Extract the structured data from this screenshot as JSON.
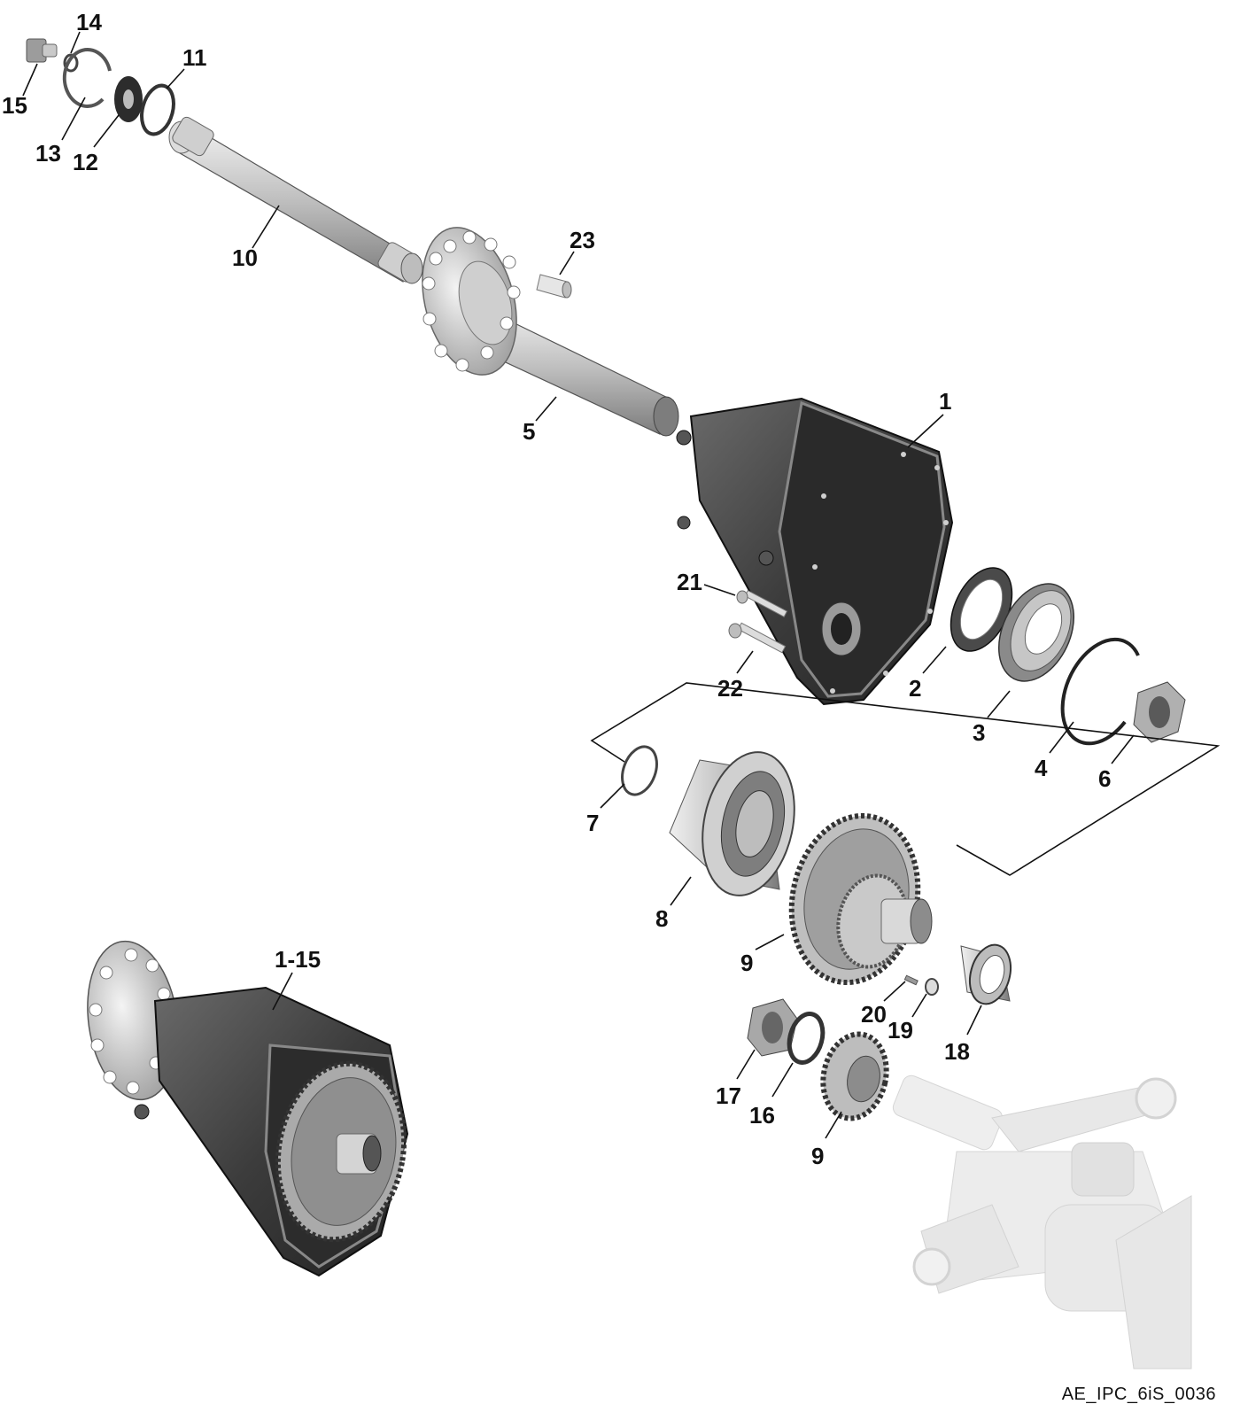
{
  "figure_code": "AE_IPC_6iS_0036",
  "callouts": {
    "c1": "1",
    "c2": "2",
    "c3": "3",
    "c4": "4",
    "c5": "5",
    "c6": "6",
    "c7": "7",
    "c8": "8",
    "c9a": "9",
    "c9b": "9",
    "c10": "10",
    "c11": "11",
    "c12": "12",
    "c13": "13",
    "c14": "14",
    "c15": "15",
    "c16": "16",
    "c17": "17",
    "c18": "18",
    "c19": "19",
    "c20": "20",
    "c21": "21",
    "c22": "22",
    "c23": "23",
    "c1_15": "1-15"
  },
  "colors": {
    "housing_dark": "#3a3a3a",
    "housing_mid": "#5c5c5c",
    "part_light": "#d8d8d8",
    "part_mid": "#a9a9a9",
    "ghost": "#e6e6e6"
  }
}
